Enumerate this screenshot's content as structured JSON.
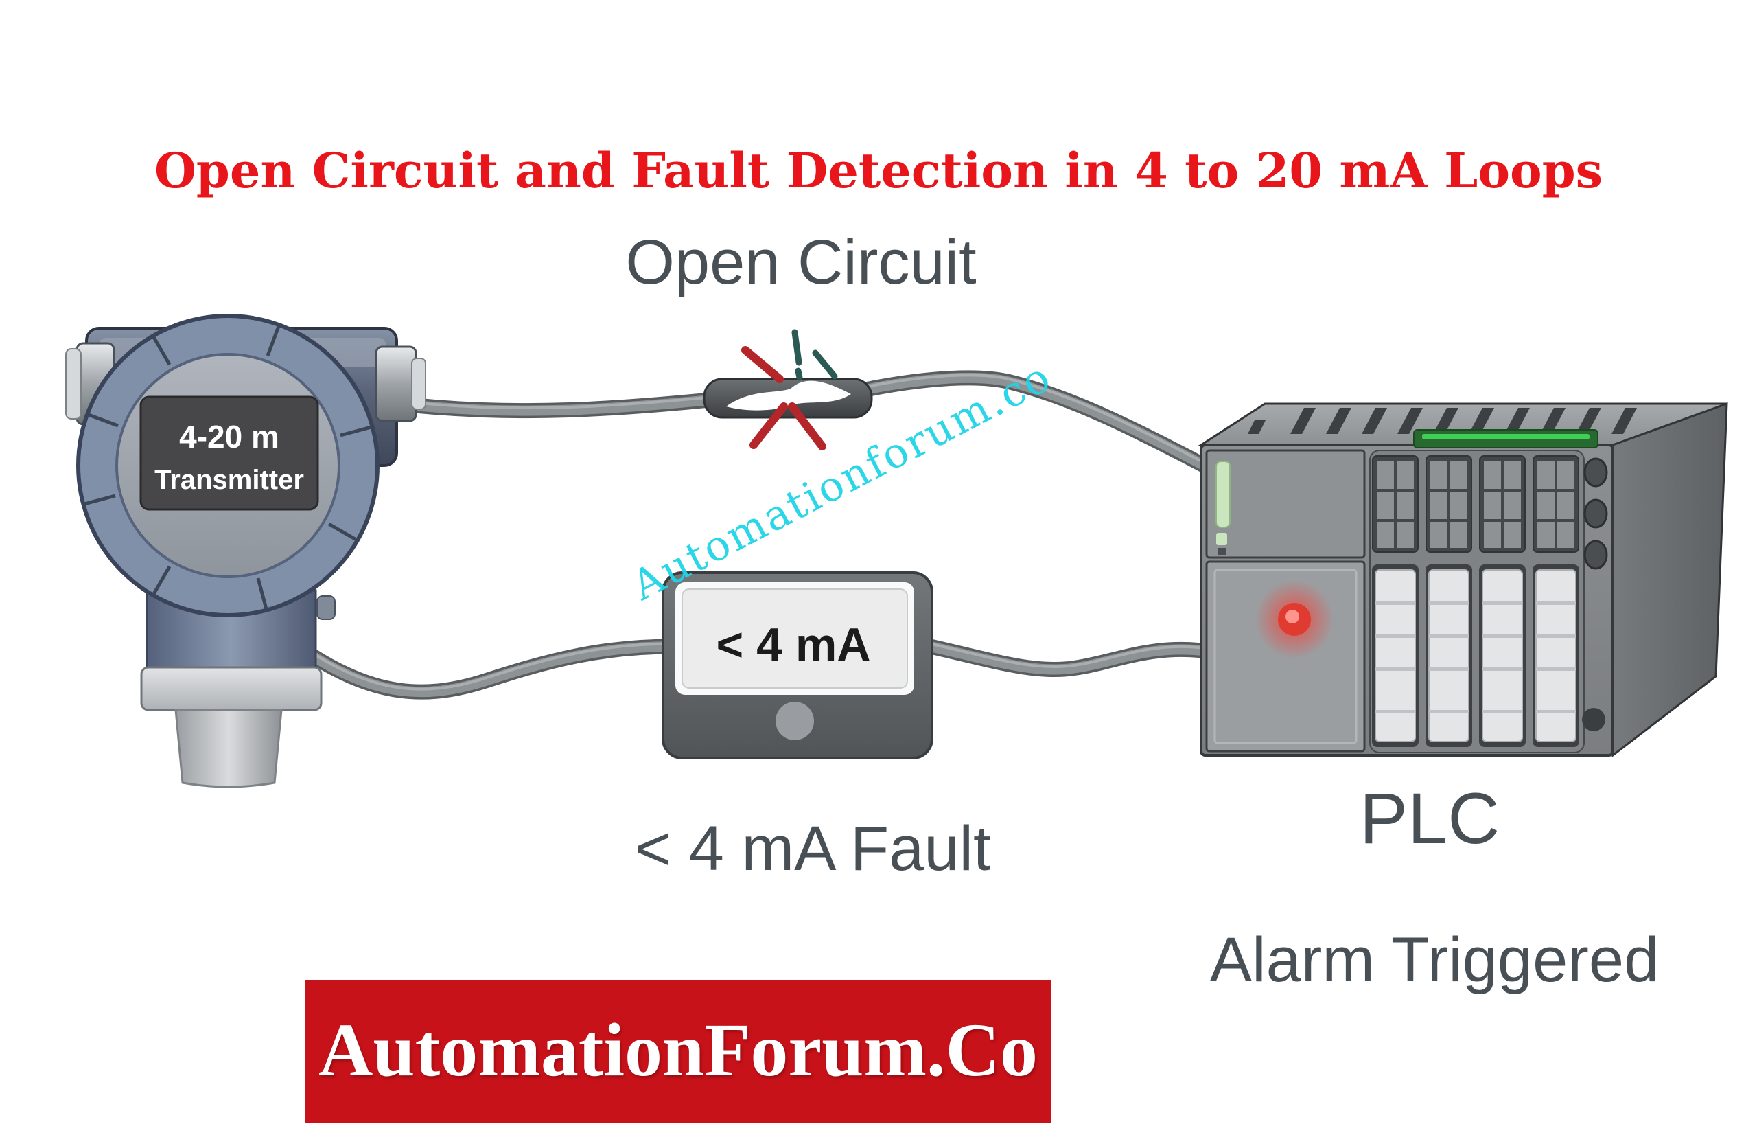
{
  "title": {
    "text": "Open Circuit and Fault Detection in 4 to 20 mA Loops"
  },
  "labels": {
    "open_circuit": "Open Circuit",
    "fault": "< 4 mA Fault",
    "plc": "PLC",
    "alarm": "Alarm Triggered"
  },
  "transmitter": {
    "display_line1": "4-20 m",
    "display_line2": "Transmitter"
  },
  "meter": {
    "reading": "< 4 mA"
  },
  "watermark": {
    "text": "Automationforum.co"
  },
  "banner": {
    "text": "AutomationForum.Co"
  },
  "colors": {
    "title_red": "#e8151a",
    "label_gray": "#484f55",
    "watermark_cyan": "#1fd4e6",
    "banner_red": "#c8121a",
    "alarm_led_red": "#e03b30",
    "status_led_green": "#3fcf57",
    "wire_gray": "#8d9295",
    "spark_red": "#b5262b",
    "spark_teal": "#2b5a55"
  }
}
